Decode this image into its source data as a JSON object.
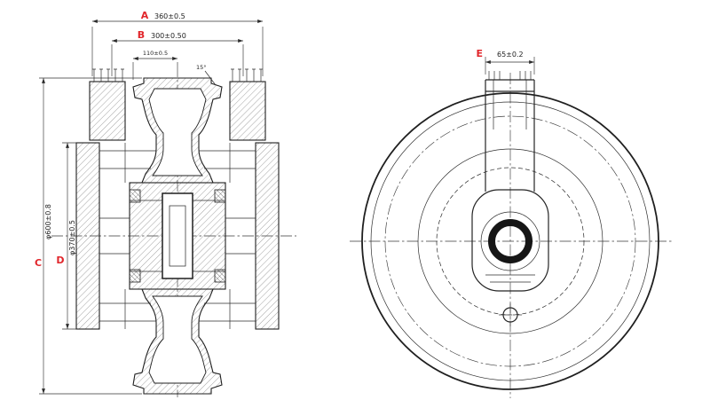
{
  "colors": {
    "background": "#ffffff",
    "line": "#2b2b2b",
    "accent": "#e1262b"
  },
  "section_view": {
    "dim_a": {
      "label": "A",
      "value": "360±0.5"
    },
    "dim_b": {
      "label": "B",
      "value": "300±0.50"
    },
    "dim_c": {
      "label": "C",
      "value": "φ600±0.8"
    },
    "dim_d": {
      "label": "D",
      "value": "φ370±0.5"
    },
    "dim_top": {
      "value": "110±0.5"
    },
    "angle": {
      "value": "15°"
    }
  },
  "front_view": {
    "dim_e": {
      "label": "E",
      "value": "65±0.2"
    }
  }
}
